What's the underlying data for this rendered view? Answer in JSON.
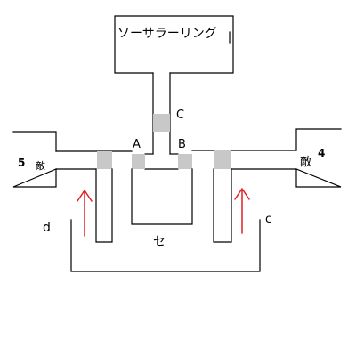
{
  "rooms": {
    "top_room": {
      "label": "ソーサラーリング"
    },
    "left_room": {
      "number": "5",
      "enemy_label": "敵"
    },
    "right_room": {
      "number": "4",
      "enemy_label": "敵"
    }
  },
  "points": {
    "door_c_top": "C",
    "door_a": "A",
    "door_b": "B",
    "area_se": "セ",
    "point_d": "d",
    "point_c_right": "c"
  },
  "colors": {
    "wall": "#000000",
    "door": "#c8c8c8",
    "arrow": "#e02020"
  },
  "icons": {
    "left_arrow": "up-arrow-icon",
    "right_arrow": "up-arrow-icon"
  }
}
